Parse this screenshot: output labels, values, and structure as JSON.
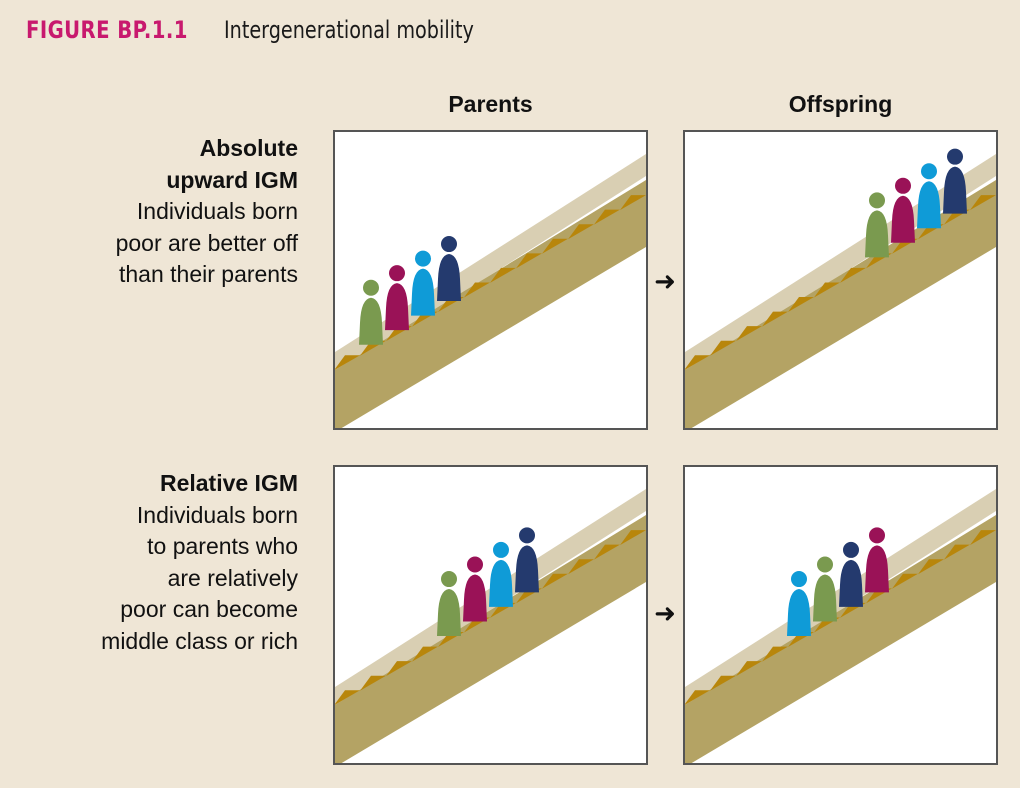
{
  "figure": {
    "label": "FIGURE BP.1.1",
    "title": "Intergenerational mobility"
  },
  "columns": {
    "parents": "Parents",
    "offspring": "Offspring"
  },
  "rows": [
    {
      "heading_lines": [
        "Absolute",
        "upward IGM"
      ],
      "lines": [
        "Individuals born",
        "poor are better off",
        "than their parents"
      ]
    },
    {
      "heading_lines": [
        "Relative IGM"
      ],
      "lines": [
        "Individuals born",
        "to parents who",
        "are relatively",
        "poor can become",
        "middle class or rich"
      ]
    }
  ],
  "arrow_glyph": "➜",
  "colors": {
    "background": "#efe6d6",
    "label": "#c8196e",
    "stair_body": "#b4a364",
    "stair_shadow": "#d9cfb3",
    "stair_tread": "#b8860b",
    "green": "#7a9a4f",
    "magenta": "#9a1257",
    "cyan": "#0f9bd7",
    "navy": "#243a6e"
  },
  "panels": [
    {
      "name": "absolute-parents",
      "figures": [
        {
          "color": "green",
          "step": 1
        },
        {
          "color": "magenta",
          "step": 2
        },
        {
          "color": "cyan",
          "step": 3
        },
        {
          "color": "navy",
          "step": 4
        }
      ]
    },
    {
      "name": "absolute-offspring",
      "figures": [
        {
          "color": "green",
          "step": 7
        },
        {
          "color": "magenta",
          "step": 8
        },
        {
          "color": "cyan",
          "step": 9
        },
        {
          "color": "navy",
          "step": 10
        }
      ]
    },
    {
      "name": "relative-parents",
      "figures": [
        {
          "color": "green",
          "step": 4
        },
        {
          "color": "magenta",
          "step": 5
        },
        {
          "color": "cyan",
          "step": 6
        },
        {
          "color": "navy",
          "step": 7
        }
      ]
    },
    {
      "name": "relative-offspring",
      "figures": [
        {
          "color": "cyan",
          "step": 4
        },
        {
          "color": "green",
          "step": 5
        },
        {
          "color": "navy",
          "step": 6
        },
        {
          "color": "magenta",
          "step": 7
        }
      ]
    }
  ]
}
